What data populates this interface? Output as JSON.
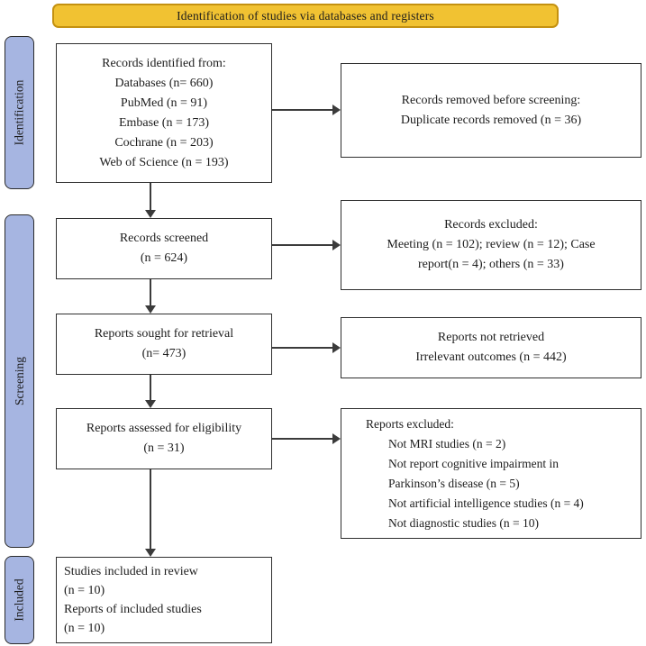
{
  "banner": {
    "label": "Identification of studies via databases and registers"
  },
  "colors": {
    "banner_fill": "#F1C232",
    "banner_border": "#C49110",
    "stage_fill": "#A6B5E1",
    "arrow": "#3B3B3B"
  },
  "stages": {
    "identification": "Identification",
    "screening": "Screening",
    "included": "Included"
  },
  "boxes": {
    "records_identified": {
      "lines": [
        "Records identified from:",
        "Databases (n= 660)",
        "PubMed (n = 91)",
        "Embase (n = 173)",
        "Cochrane (n = 203)",
        "Web of Science (n = 193)"
      ]
    },
    "records_removed": {
      "lines": [
        "Records removed before screening:",
        "Duplicate records removed (n = 36)"
      ]
    },
    "records_screened": {
      "lines": [
        "Records screened",
        "(n = 624)"
      ]
    },
    "records_excluded": {
      "lines": [
        "Records excluded:",
        "Meeting (n = 102); review (n = 12); Case",
        "report(n = 4); others (n = 33)"
      ]
    },
    "reports_sought": {
      "lines": [
        "Reports sought for retrieval",
        "(n= 473)"
      ]
    },
    "reports_not_retrieved": {
      "lines": [
        "Reports not retrieved",
        "Irrelevant outcomes (n = 442)"
      ]
    },
    "reports_assessed": {
      "lines": [
        "Reports assessed for eligibility",
        "(n = 31)"
      ]
    },
    "reports_excluded": {
      "title": "Reports excluded:",
      "lines": [
        "Not MRI studies (n = 2)",
        "Not report cognitive impairment in",
        "Parkinson’s disease (n = 5)",
        "Not artificial intelligence studies (n = 4)",
        "Not diagnostic studies (n = 10)"
      ]
    },
    "studies_included": {
      "lines": [
        "Studies included in review",
        "(n = 10)",
        "Reports of included studies",
        "(n = 10)"
      ]
    }
  }
}
